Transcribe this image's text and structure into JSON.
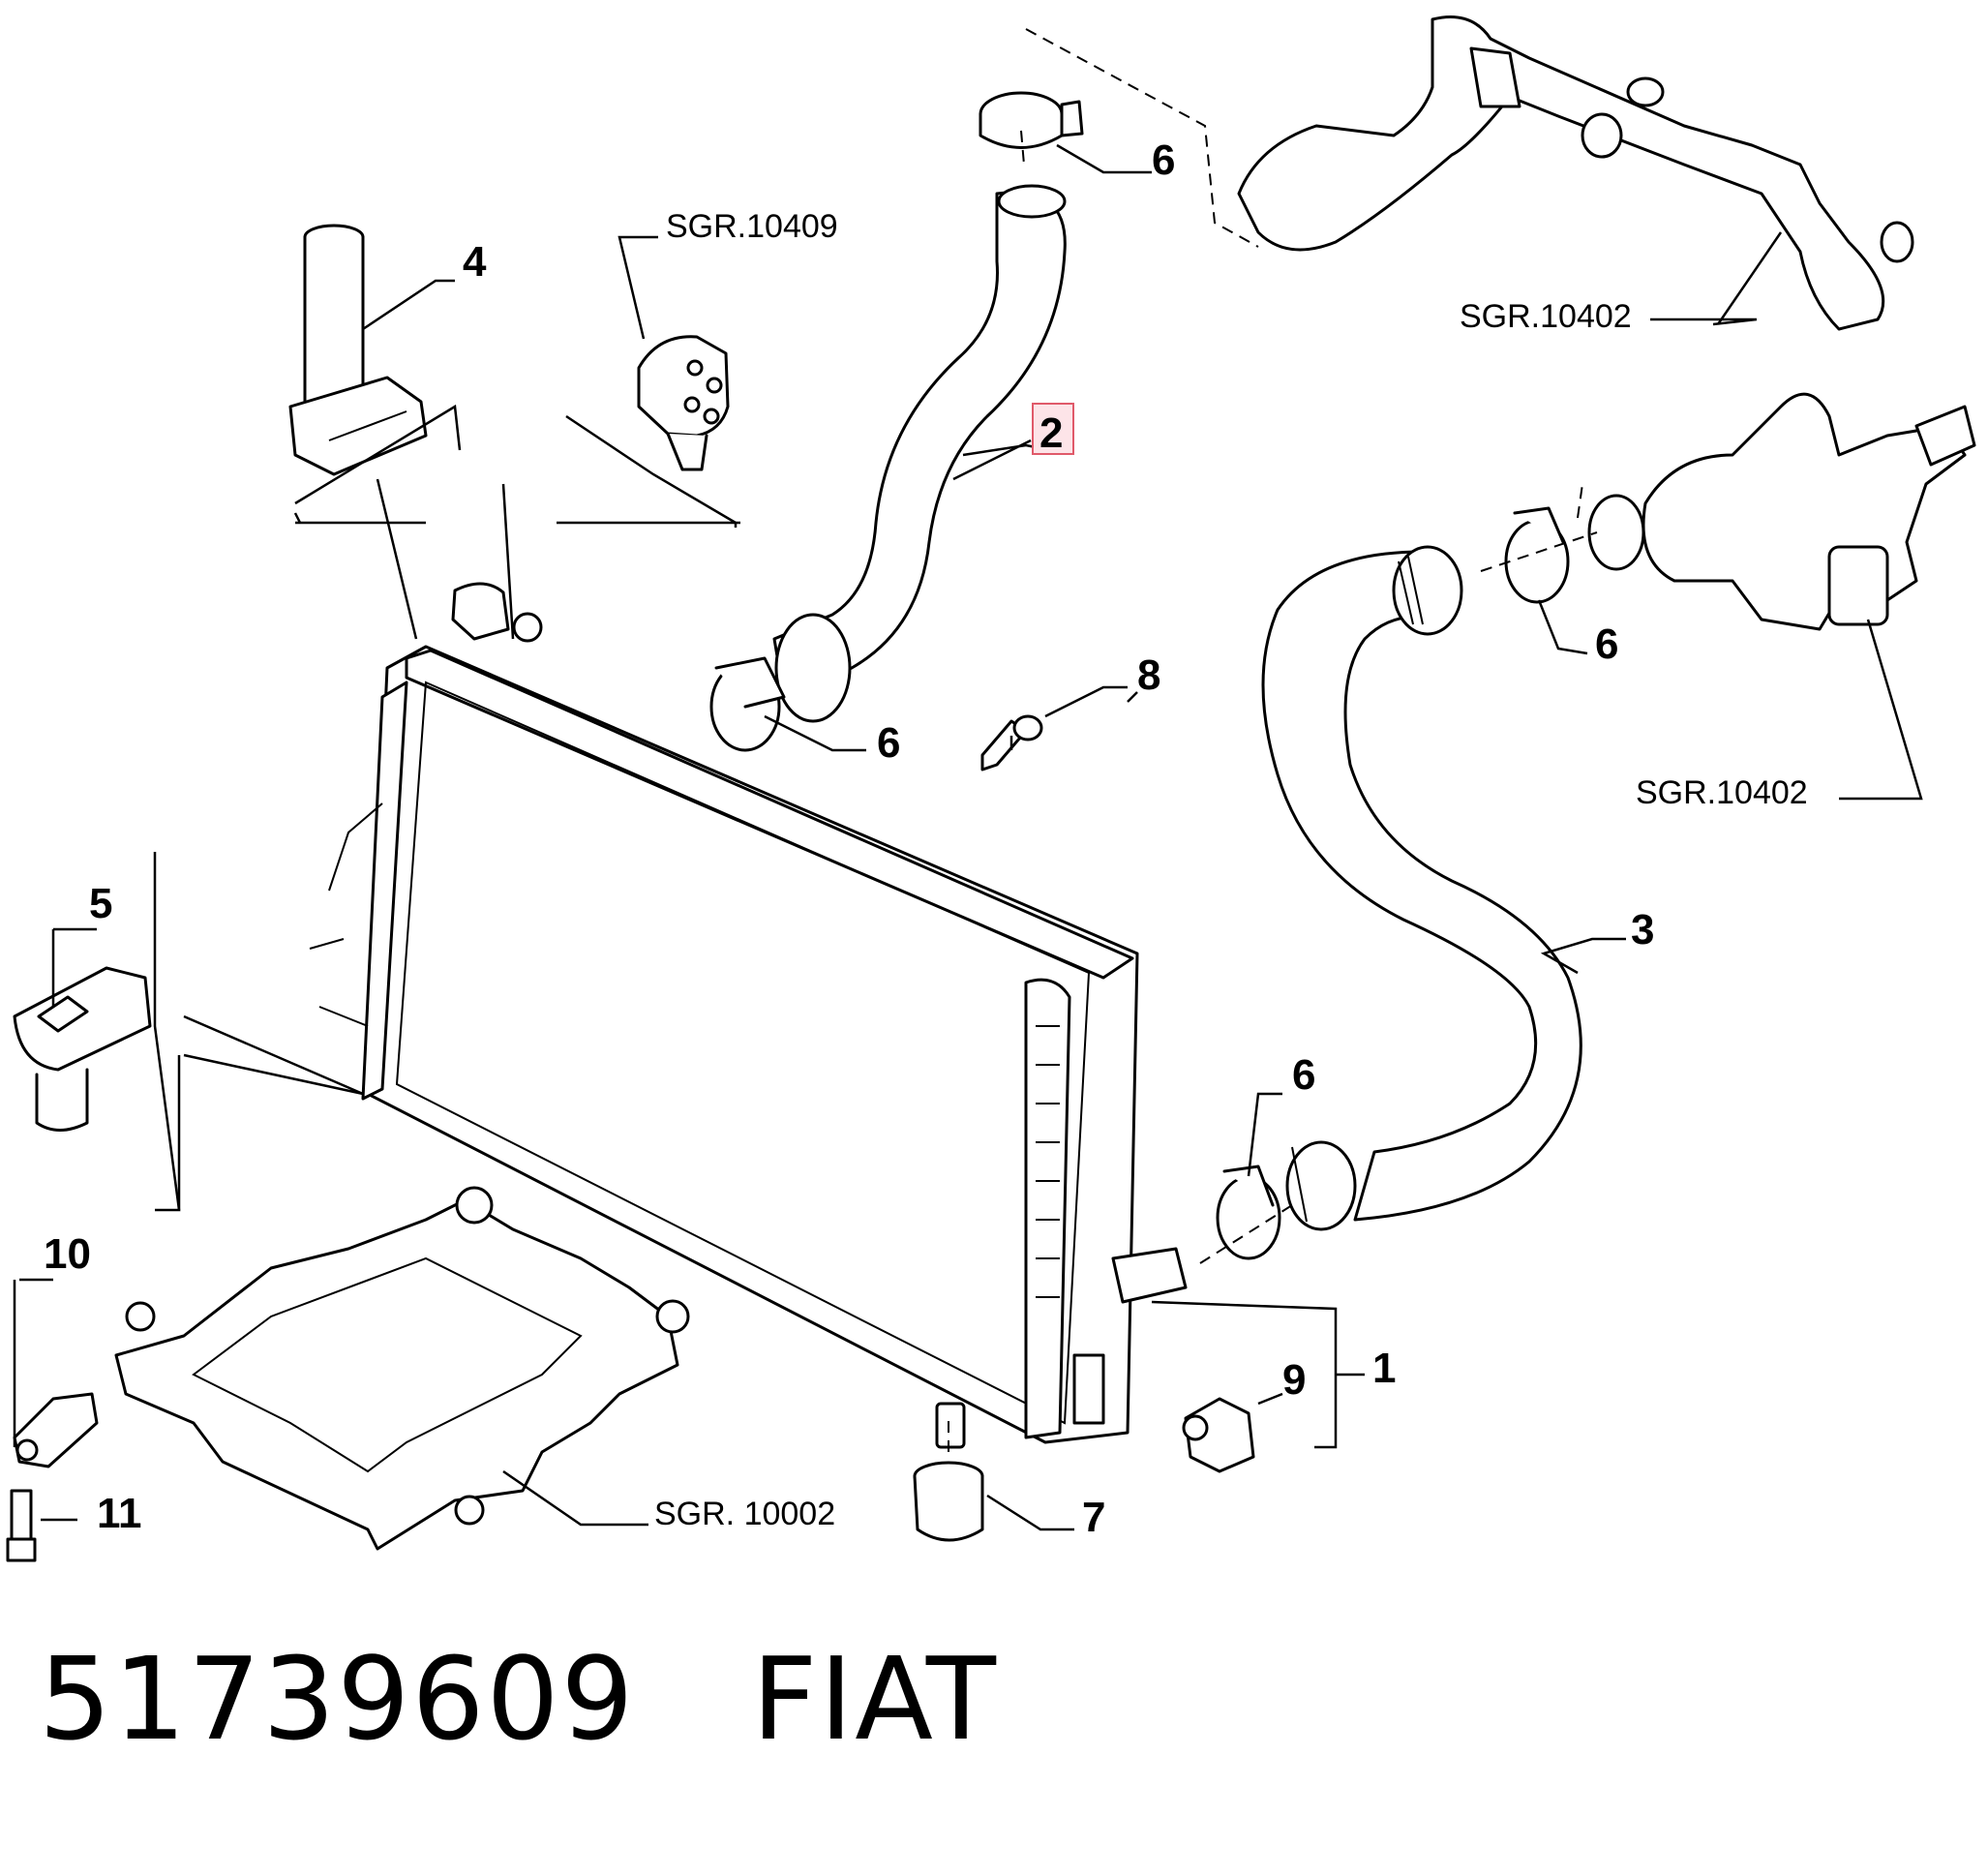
{
  "callouts": {
    "c1": "1",
    "c2": "2",
    "c3": "3",
    "c4": "4",
    "c5": "5",
    "c6a": "6",
    "c6b": "6",
    "c6c": "6",
    "c6d": "6",
    "c7": "7",
    "c8": "8",
    "c9": "9",
    "c10": "10",
    "c11": "11"
  },
  "references": {
    "sgr_10409": "SGR.10409",
    "sgr_10402_top": "SGR.10402",
    "sgr_10402_right": "SGR.10402",
    "sgr_10002": "SGR. 10002"
  },
  "highlight": {
    "callout": "2",
    "color": "#e05a6a",
    "fill": "#fde4e8"
  },
  "footer": {
    "part_number": "51739609",
    "brand": "FIAT"
  }
}
